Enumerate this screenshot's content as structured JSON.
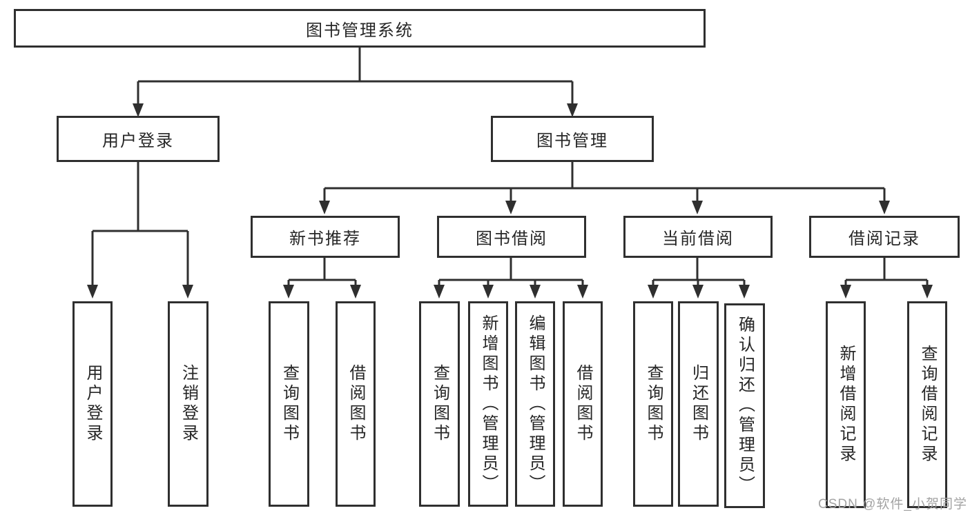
{
  "watermark": "CSDN @软件_小贺同学",
  "tree": {
    "root": "图书管理系统",
    "level1": {
      "user_login": "用户登录",
      "book_mgmt": "图书管理"
    },
    "level2": {
      "new_books": "新书推荐",
      "book_borrow": "图书借阅",
      "current_borrow": "当前借阅",
      "borrow_records": "借阅记录"
    },
    "leaves": {
      "user_login": [
        "用户登录",
        "注销登录"
      ],
      "new_books": [
        "查询图书",
        "借阅图书"
      ],
      "book_borrow": [
        "查询图书",
        "新增图书（管理员）",
        "编辑图书（管理员）",
        "借阅图书"
      ],
      "current_borrow": [
        "查询图书",
        "归还图书",
        "确认归还（管理员）"
      ],
      "borrow_records": [
        "新增借阅记录",
        "查询借阅记录"
      ]
    }
  }
}
